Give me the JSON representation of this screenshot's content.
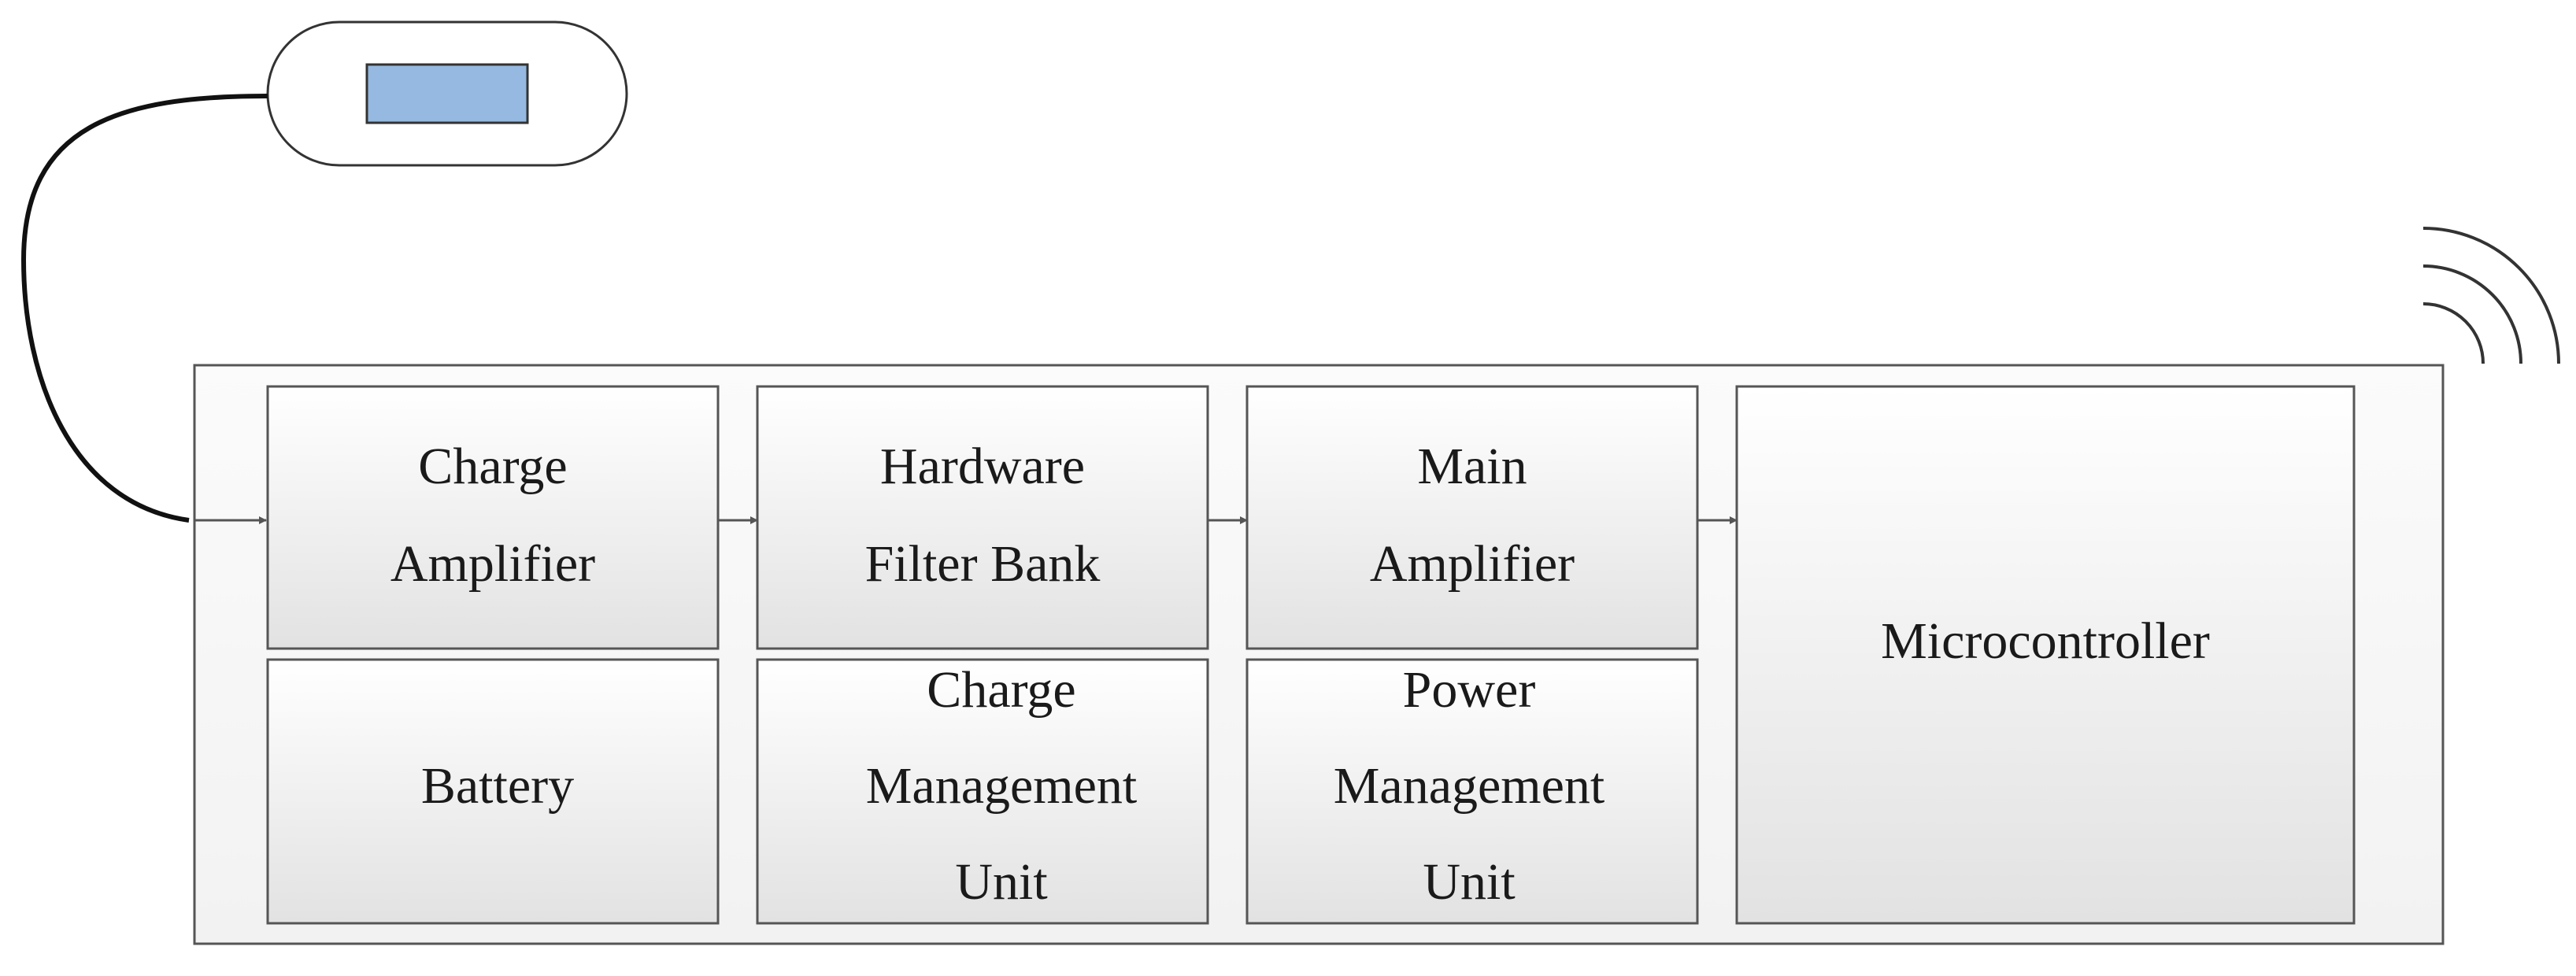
{
  "blocks": {
    "charge_amplifier": [
      "Charge",
      "Amplifier"
    ],
    "hardware_filter_bank": [
      "Hardware",
      "Filter Bank"
    ],
    "main_amplifier": [
      "Main",
      "Amplifier"
    ],
    "microcontroller": [
      "Microcontroller"
    ],
    "battery": [
      "Battery"
    ],
    "charge_management_unit": [
      "Charge",
      "Management",
      "Unit"
    ],
    "power_management_unit": [
      "Power",
      "Management",
      "Unit"
    ]
  },
  "colors": {
    "sensor_window": "#95b9e0",
    "block_fill_top": "#ffffff",
    "block_fill_bottom": "#e4e4e4",
    "stroke": "#555555",
    "cable": "#111111"
  }
}
